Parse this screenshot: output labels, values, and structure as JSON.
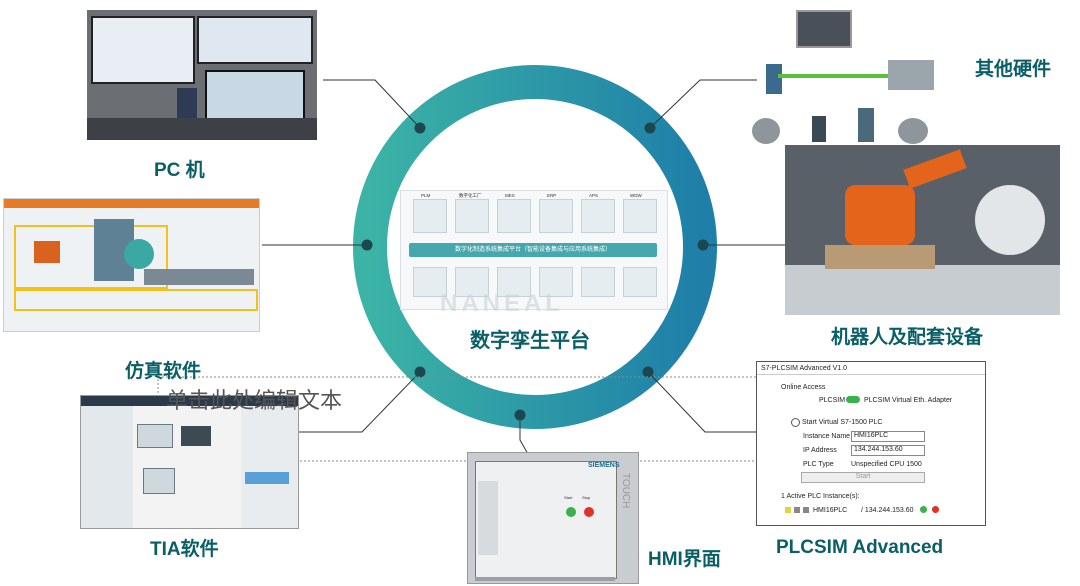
{
  "center": {
    "title": "数字孪生平台",
    "platform_bar": "数字化制造系统集成平台（智能设备集成与应用系统集成）",
    "top_modules": [
      "PLM",
      "数字化工厂",
      "MES",
      "ERP",
      "APS",
      "WDW"
    ],
    "watermark": "NANEAL"
  },
  "nodes": {
    "pc": "PC 机",
    "other_hw": "其他硬件",
    "sim": "仿真软件",
    "robot": "机器人及配套设备",
    "tia": "TIA软件",
    "hmi": "HMI界面",
    "plcsim": "PLCSIM Advanced"
  },
  "placeholder_text": "单击此处编辑文本",
  "hmi": {
    "brand": "SIEMENS",
    "side_text": "TOUCH",
    "start_label": "Start",
    "stop_label": "Stop"
  },
  "plcsim_panel": {
    "title": "S7-PLCSIM Advanced V1.0",
    "online_access": "Online Access",
    "plcsim": "PLCSIM",
    "adapter": "PLCSIM Virtual Eth. Adapter",
    "start_virtual": "Start Virtual S7-1500 PLC",
    "instance_label": "Instance Name",
    "instance_value": "HMI16PLC",
    "ip_label": "IP Address",
    "ip_value": "134.244.153.60",
    "plc_type_label": "PLC Type",
    "plc_type_value": "Unspecified CPU 1500",
    "start_button": "Start",
    "active_instances": "1 Active PLC Instance(s):",
    "instance_row_name": "HMI16PLC",
    "instance_row_ip": "/ 134.244.153.60"
  },
  "colors": {
    "ring_start": "#3bb3a6",
    "ring_end": "#1f7fa8",
    "label": "#0a5f67",
    "dot": "#1d4750"
  }
}
